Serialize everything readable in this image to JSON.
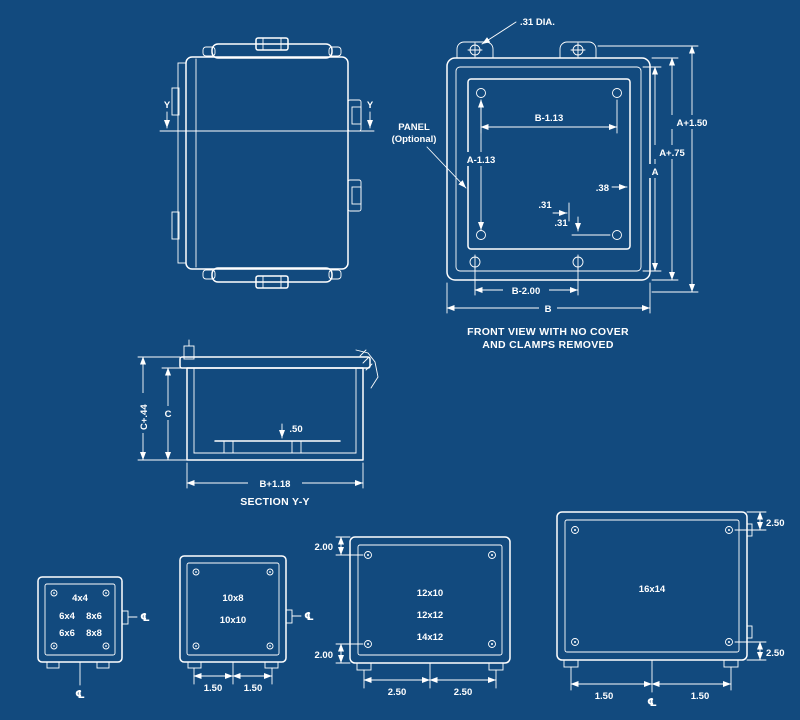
{
  "meta": {
    "background": "#124A7E",
    "line_color": "#FFFFFF"
  },
  "side_view": {
    "section_label_left": "Y",
    "section_label_right": "Y"
  },
  "front_view": {
    "hole_dia": ".31 DIA.",
    "panel_callout_line1": "PANEL",
    "panel_callout_line2": "(Optional)",
    "dim_width_panel_holes": "B-1.13",
    "dim_height_panel_holes": "A-1.13",
    "dim_panel_edge_gap": ".38",
    "dim_hole_offset_x": ".31",
    "dim_hole_offset_y": ".31",
    "dim_mounting_width": "B-2.00",
    "dim_overall_width": "B",
    "dim_opening_height": "A",
    "dim_flange_height": "A+.75",
    "dim_overall_height": "A+1.50",
    "caption_line1": "FRONT VIEW WITH NO COVER",
    "caption_line2": "AND CLAMPS REMOVED"
  },
  "section_view": {
    "dim_overall_depth": "C+.44",
    "dim_inside_depth": "C",
    "dim_panel_standoff": ".50",
    "dim_overall_width": "B+1.18",
    "caption": "SECTION Y-Y"
  },
  "size_views": {
    "box1": {
      "sizes_row1": "4x4",
      "sizes_r2c1": "6x4",
      "sizes_r2c2": "8x6",
      "sizes_r3c1": "6x6",
      "sizes_r3c2": "8x8",
      "centerline_right": "℄",
      "centerline_bottom": "℄"
    },
    "box2": {
      "size1": "10x8",
      "size2": "10x10",
      "centerline_right": "℄",
      "dim_foot_left": "1.50",
      "dim_foot_right": "1.50"
    },
    "box3": {
      "size1": "12x10",
      "size2": "12x12",
      "size3": "14x12",
      "dim_hole_top": "2.00",
      "dim_hole_bottom": "2.00",
      "dim_foot_left": "2.50",
      "dim_foot_right": "2.50"
    },
    "box4": {
      "size1": "16x14",
      "dim_hole_top": "2.50",
      "dim_hole_bottom": "2.50",
      "dim_foot_left": "1.50",
      "dim_foot_right": "1.50",
      "centerline_bottom": "℄"
    }
  }
}
